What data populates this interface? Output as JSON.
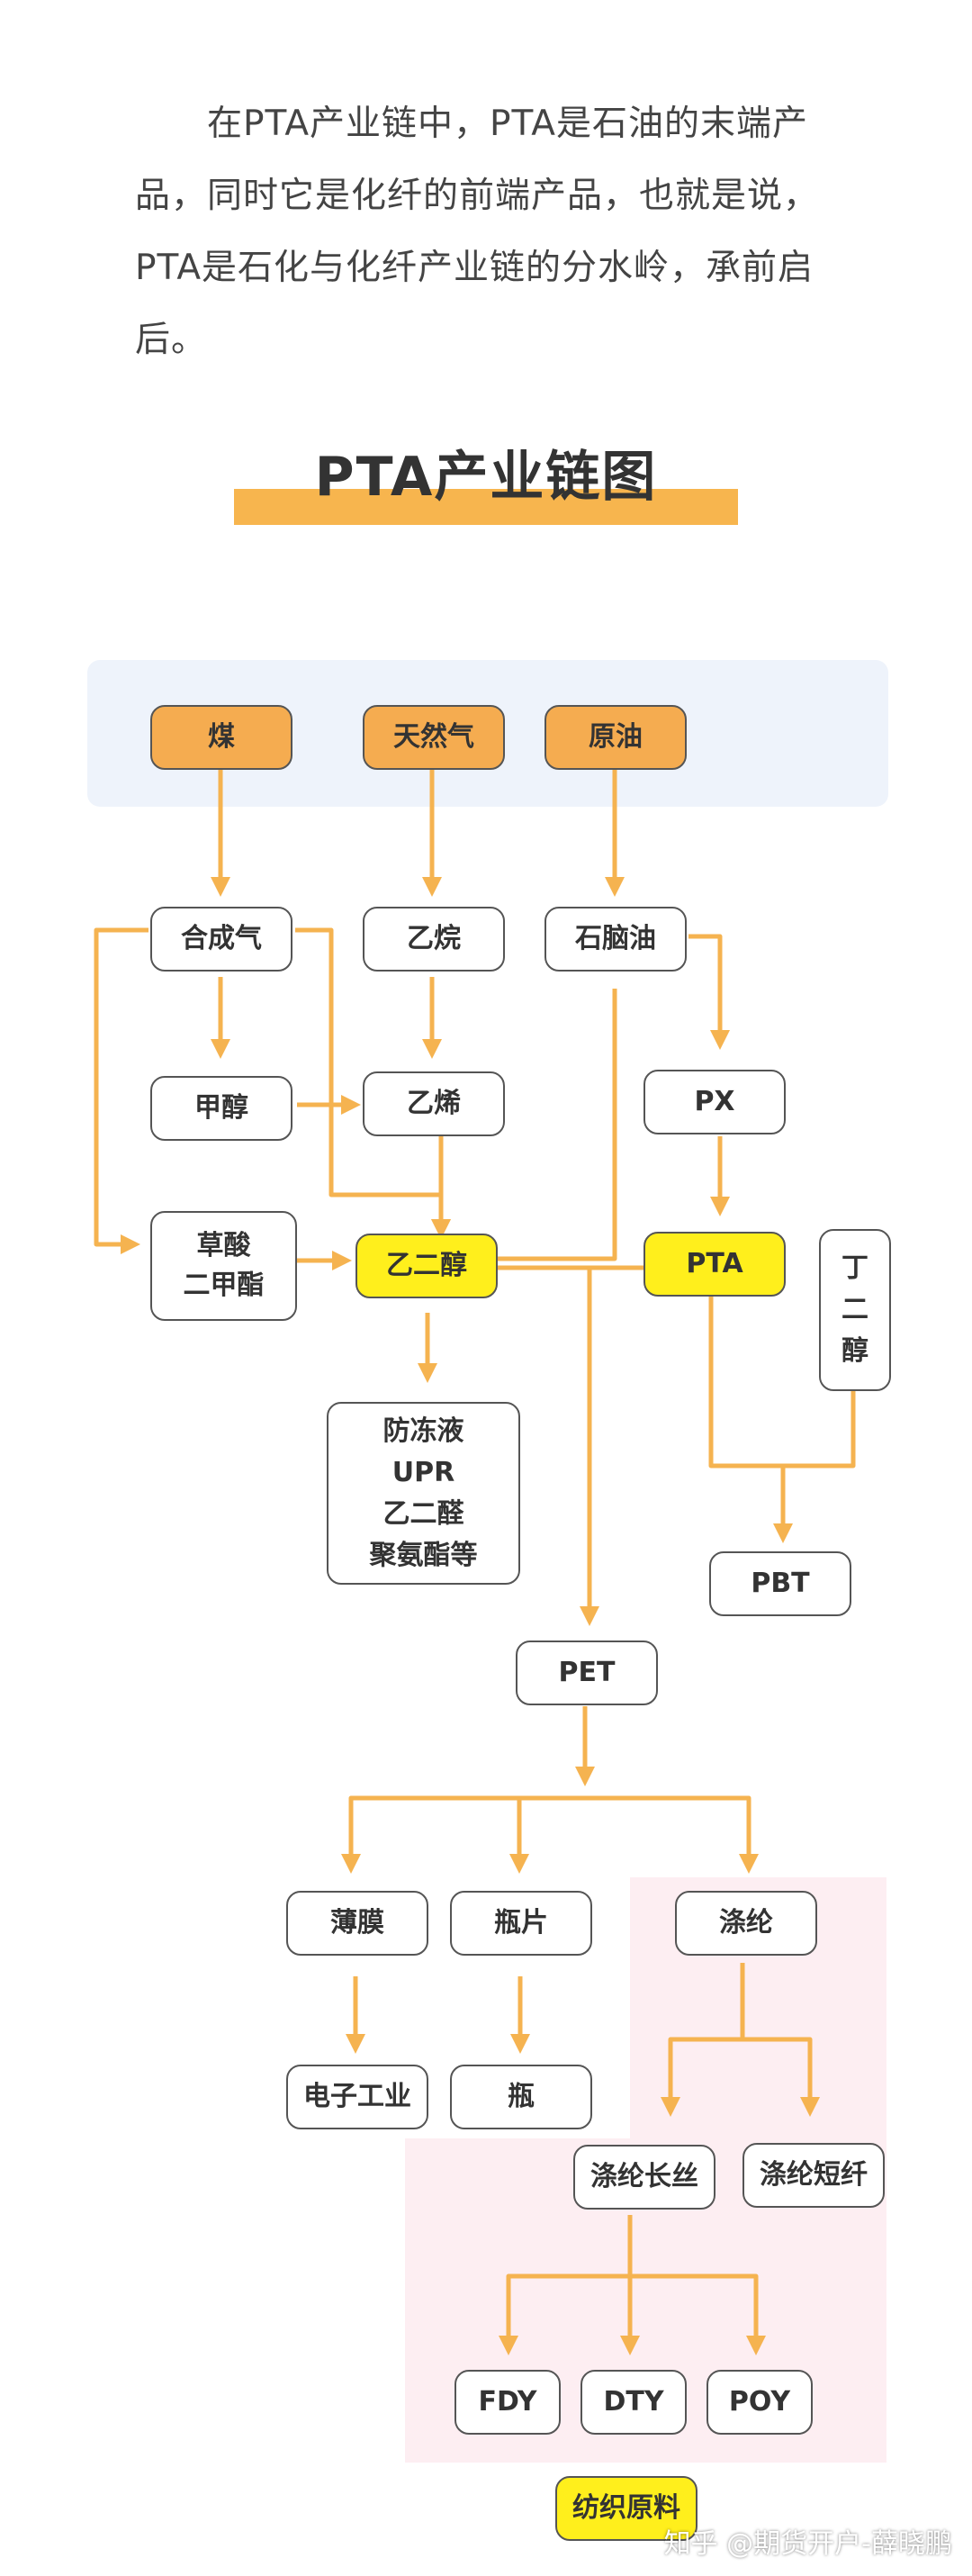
{
  "intro": {
    "line1": "在PTA产业链中，PTA是石油的末端产",
    "line2": "品，同时它是化纤的前端产品，也就是说，",
    "line3": "PTA是石化与化纤产业链的分水岭，承前启",
    "line4": "后。"
  },
  "title": "PTA产业链图",
  "colors": {
    "accent": "#f7b54e",
    "source_node": "#f5ac50",
    "highlight_node": "#ffef1c",
    "source_panel": "#eef3fb",
    "fiber_panel": "#fdeef2"
  },
  "nodes": {
    "coal": "煤",
    "natural_gas": "天然气",
    "crude_oil": "原油",
    "syngas": "合成气",
    "ethane": "乙烷",
    "naphtha": "石脑油",
    "methanol": "甲醇",
    "ethylene": "乙烯",
    "px": "PX",
    "oxalate_l1": "草酸",
    "oxalate_l2": "二甲酯",
    "meg": "乙二醇",
    "pta": "PTA",
    "bdo_1": "丁",
    "bdo_2": "二",
    "bdo_3": "醇",
    "antifreeze_1": "防冻液",
    "antifreeze_2": "UPR",
    "antifreeze_3": "乙二醛",
    "antifreeze_4": "聚氨酯等",
    "pbt": "PBT",
    "pet": "PET",
    "film": "薄膜",
    "bottle_chip": "瓶片",
    "polyester": "涤纶",
    "electronics": "电子工业",
    "bottle": "瓶",
    "filament": "涤纶长丝",
    "staple": "涤纶短纤",
    "fdy": "FDY",
    "dty": "DTY",
    "poy": "POY",
    "textile": "纺织原料"
  },
  "watermark": "知乎 @期货开户-薛晓鹏"
}
